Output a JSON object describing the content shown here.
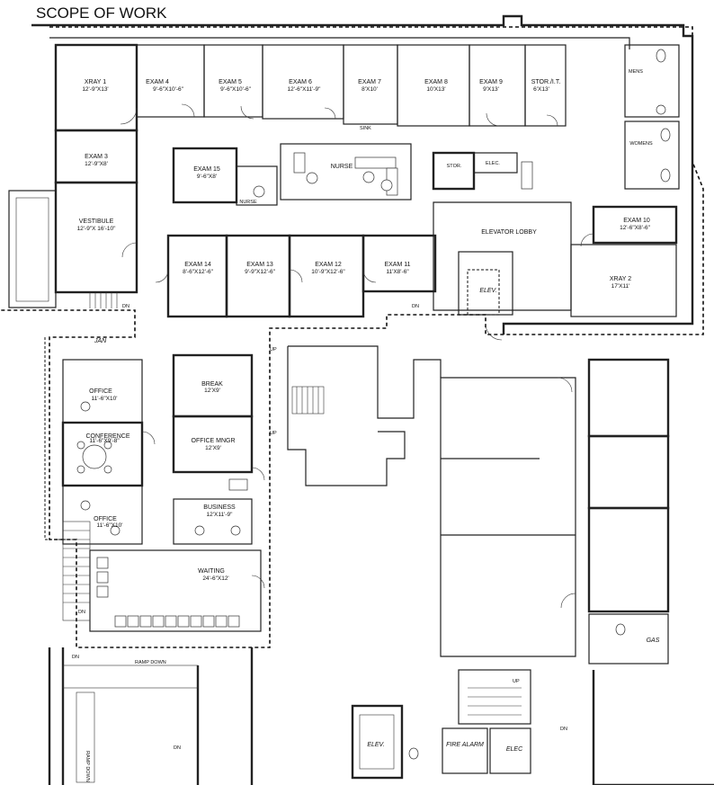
{
  "title": "SCOPE OF WORK",
  "rooms": {
    "xray1": {
      "name": "XRAY 1",
      "dim": "12'-9\"X13'"
    },
    "exam4": {
      "name": "EXAM 4",
      "dim": "9'-6\"X10'-6\""
    },
    "exam5": {
      "name": "EXAM 5",
      "dim": "9'-6\"X10'-6\""
    },
    "exam6": {
      "name": "EXAM 6",
      "dim": "12'-6\"X11'-9\""
    },
    "exam7": {
      "name": "EXAM 7",
      "dim": "8'X10'"
    },
    "exam8": {
      "name": "EXAM 8",
      "dim": "10'X13'"
    },
    "exam9": {
      "name": "EXAM 9",
      "dim": "9'X13'"
    },
    "stor_it": {
      "name": "STOR./I.T.",
      "dim": "6'X13'"
    },
    "mens": {
      "name": "MENS"
    },
    "womens": {
      "name": "WOMENS"
    },
    "exam3": {
      "name": "EXAM 3",
      "dim": "12'-9\"X8'"
    },
    "exam15": {
      "name": "EXAM 15",
      "dim": "9'-6\"X8'"
    },
    "nurse": {
      "name": "NURSE"
    },
    "nurse_small": {
      "name": "NURSE"
    },
    "stor": {
      "name": "STOR."
    },
    "elec_top": {
      "name": "ELEC."
    },
    "vestibule": {
      "name": "VESTIBULE",
      "dim": "12'-9\"X 16'-10\""
    },
    "elevator_lobby": {
      "name": "ELEVATOR LOBBY"
    },
    "exam10": {
      "name": "EXAM 10",
      "dim": "12'-6\"X8'-6\""
    },
    "exam14": {
      "name": "EXAM 14",
      "dim": "8'-6\"X12'-6\""
    },
    "exam13": {
      "name": "EXAM 13",
      "dim": "9'-9\"X12'-6\""
    },
    "exam12": {
      "name": "EXAM 12",
      "dim": "10'-9\"X12'-6\""
    },
    "exam11": {
      "name": "EXAM 11",
      "dim": "11'X8'-6\""
    },
    "xray2": {
      "name": "XRAY 2",
      "dim": "17'X11'"
    },
    "elev_upper": {
      "name": "ELEV."
    },
    "office1": {
      "name": "OFFICE",
      "dim": "11'-6\"X10'"
    },
    "conference": {
      "name": "CONFERENCE",
      "dim": "11'-6\"X9'-8\""
    },
    "office2": {
      "name": "OFFICE",
      "dim": "11'-6\"X10'"
    },
    "break": {
      "name": "BREAK",
      "dim": "12'X9'"
    },
    "office_mngr": {
      "name": "OFFICE MNGR",
      "dim": "12'X9'"
    },
    "business": {
      "name": "BUSINESS",
      "dim": "12'X11'-9\""
    },
    "waiting": {
      "name": "WAITING",
      "dim": "24'-6\"X12'"
    },
    "gas": {
      "name": "GAS"
    },
    "elev_lower": {
      "name": "ELEV."
    },
    "fire_alarm": {
      "name": "FIRE ALARM"
    },
    "elec_lower": {
      "name": "ELEC"
    }
  },
  "annotations": {
    "sink": "SINK",
    "jan": "JAN",
    "dn1": "DN",
    "dn2": "DN",
    "dn3": "DN",
    "dn4": "DN",
    "dn5": "DN",
    "dn6": "DN",
    "up1": "UP",
    "up2": "UP",
    "up3": "UP",
    "ramp_down": "RAMP DOWN",
    "ramp_down_vertical": "RAMP DOWN"
  }
}
